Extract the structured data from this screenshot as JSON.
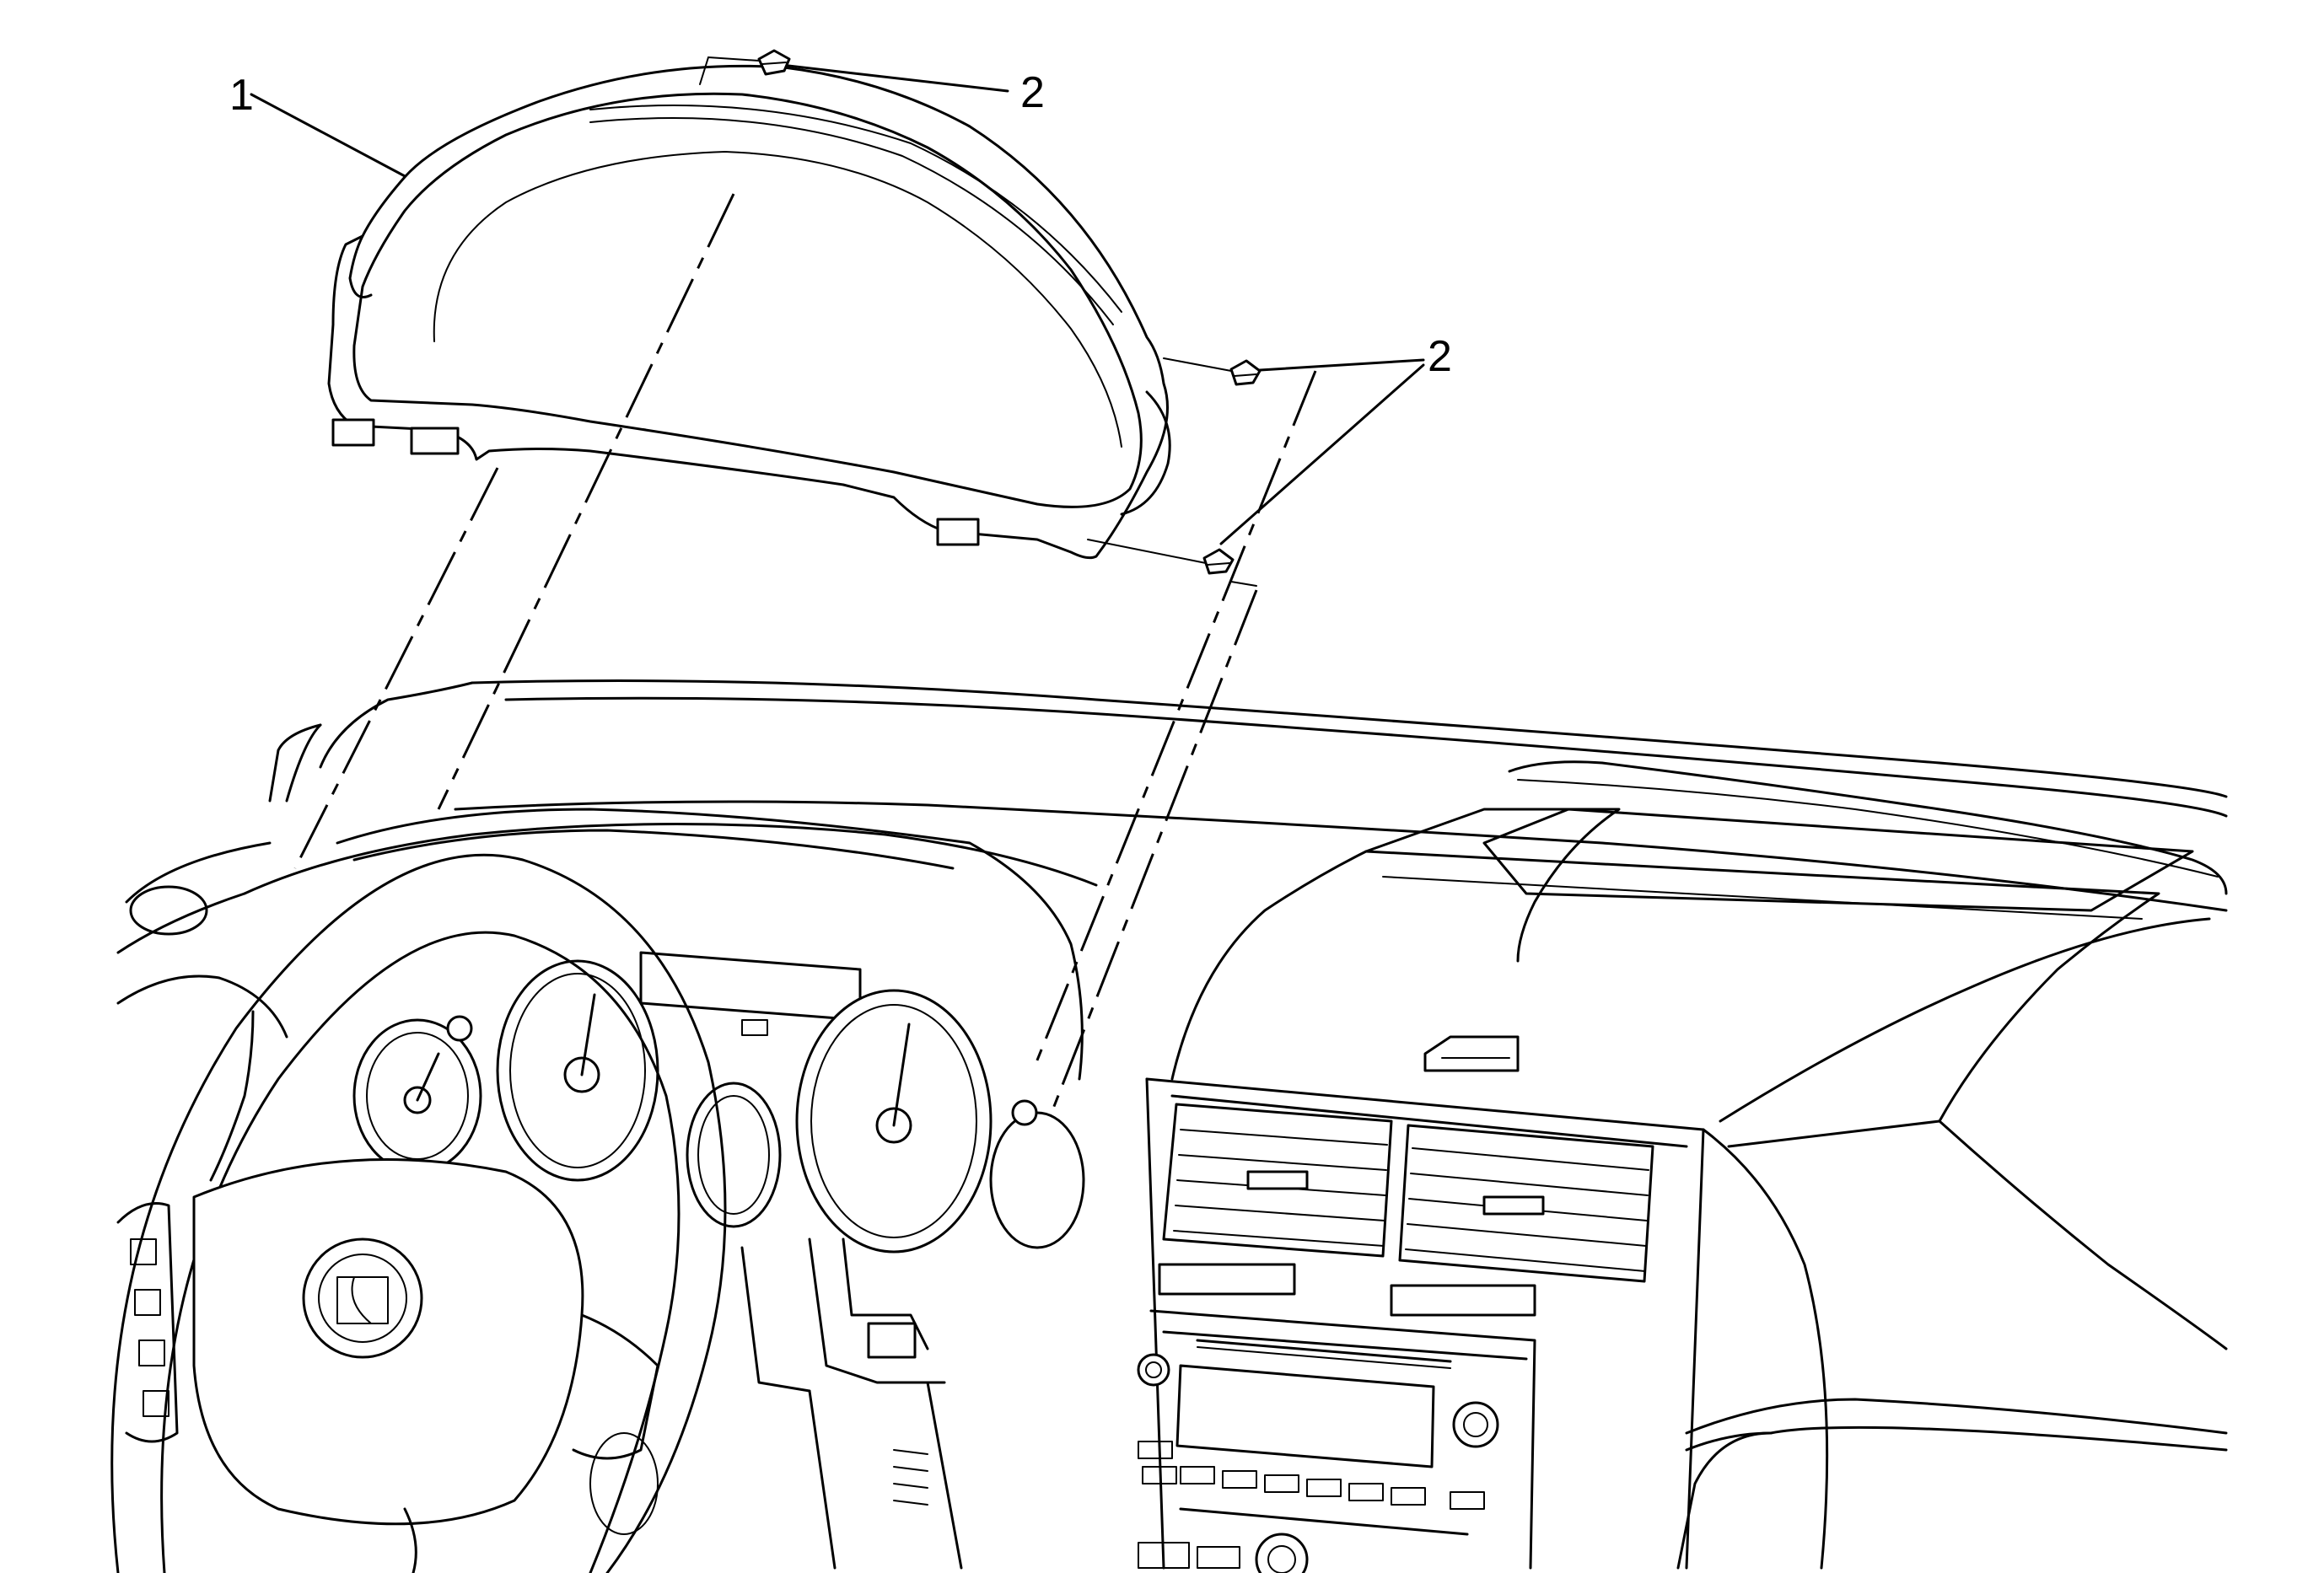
{
  "callouts": {
    "item_1": "1",
    "item_2_top": "2",
    "item_2_right": "2"
  }
}
